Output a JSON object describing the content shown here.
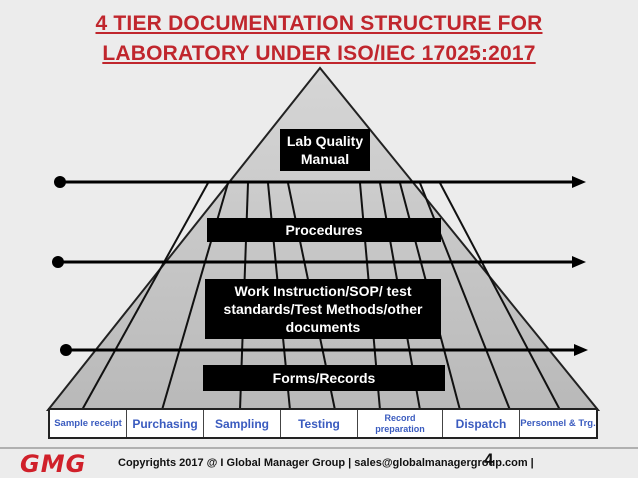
{
  "title": {
    "line1": "4 TIER DOCUMENTATION STRUCTURE FOR",
    "line2": "LABORATORY UNDER ISO/IEC 17025:2017"
  },
  "tiers": {
    "manual": "Lab Quality Manual",
    "procedures": "Procedures",
    "work_instructions": "Work Instruction/SOP/ test standards/Test Methods/other documents",
    "forms": "Forms/Records"
  },
  "base_processes": [
    "Sample receipt",
    "Purchasing",
    "Sampling",
    "Testing",
    "Record preparation",
    "Dispatch",
    "Personnel & Trg."
  ],
  "footer": {
    "logo": "GMG",
    "copyright": "Copyrights 2017 @ I Global Manager Group  |  sales@globalmanagergroup.com |",
    "page_number": "4"
  },
  "colors": {
    "title": "#c0262d",
    "process_text": "#3a5bbf",
    "box_fill": "#000000",
    "pyramid_fill": "#c4c4c4",
    "logo": "#d0202a"
  }
}
